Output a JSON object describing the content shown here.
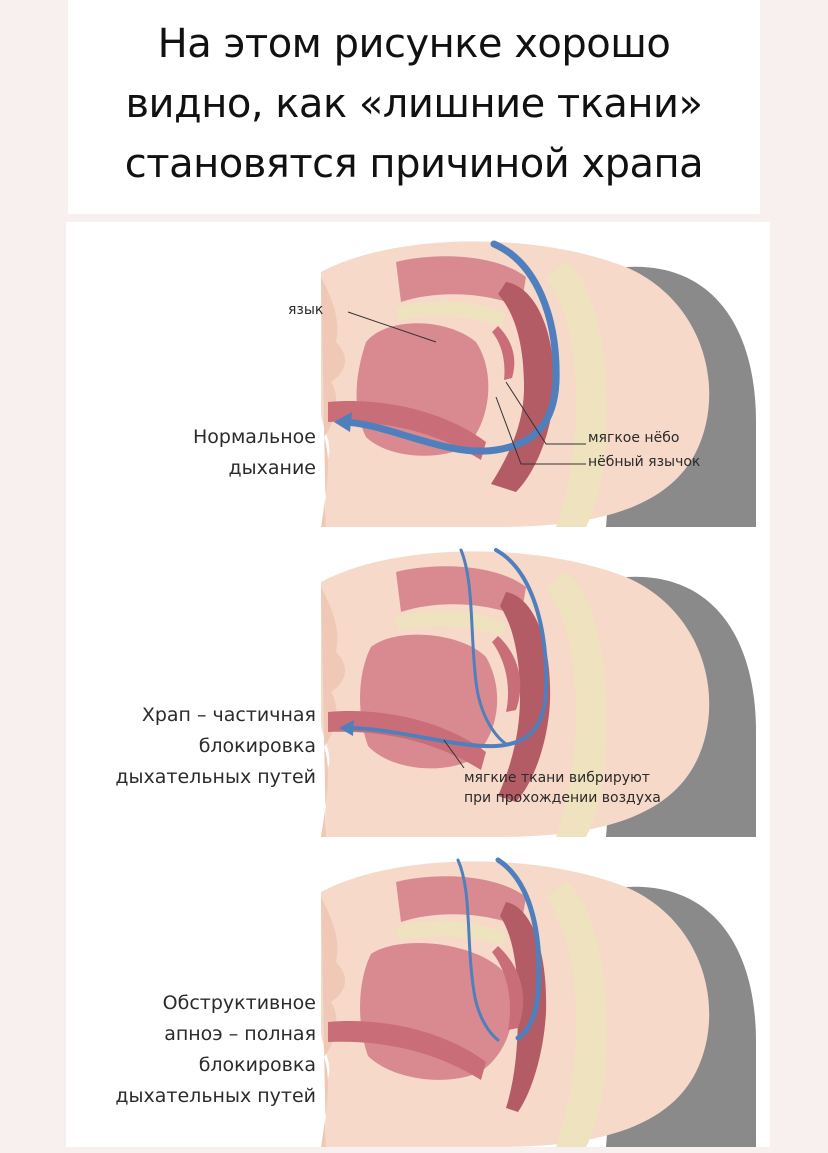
{
  "title": {
    "line1": "На этом рисунке хорошо",
    "line2": "видно, как «лишние ткани»",
    "line3": "становятся причиной храпа"
  },
  "panels": [
    {
      "label_lines": [
        "Нормальное",
        "дыхание"
      ],
      "callouts": {
        "tongue": "язык",
        "soft_palate": "мягкое нёбо",
        "uvula": "нёбный язычок"
      }
    },
    {
      "label_lines": [
        "Храп – частичная",
        "блокировка",
        "дыхательных путей"
      ],
      "callouts": {
        "vibration_line1": "мягкие ткани вибрируют",
        "vibration_line2": "при прохождении воздуха"
      }
    },
    {
      "label_lines": [
        "Обструктивное",
        "апноэ – полная",
        "блокировка",
        "дыхательных путей"
      ],
      "callouts": {}
    }
  ],
  "colors": {
    "skin": "#f6d9c9",
    "tissue": "#d98a90",
    "tissue_dark": "#b45c66",
    "bone": "#efe2bf",
    "airflow": "#4f7fbc",
    "pillow": "#8a8a8a"
  }
}
